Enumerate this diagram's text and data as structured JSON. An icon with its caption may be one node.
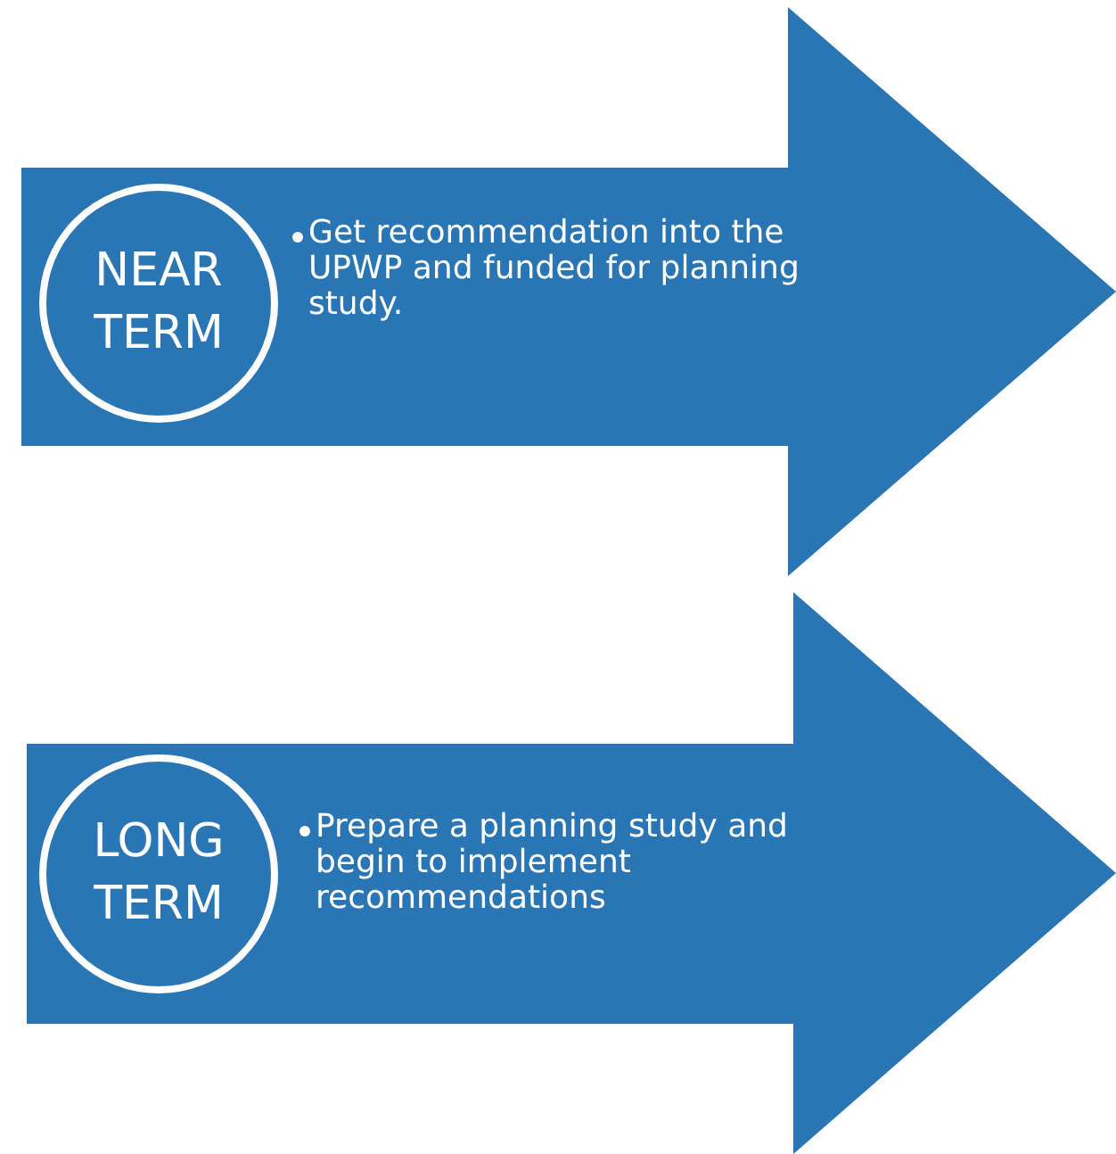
{
  "diagram": {
    "nodes": [
      {
        "text": [
          "Get recommendation into the UPWP and funded for planning study."
        ]
      },
      {
        "text": [
          "NEAR TERM"
        ],
        "in": 0
      },
      {
        "text": [
          "Prepare a planning study and begin to implement recommendations"
        ]
      },
      {
        "text": [
          "LONG TERM"
        ],
        "in": 2
      }
    ]
  }
}
